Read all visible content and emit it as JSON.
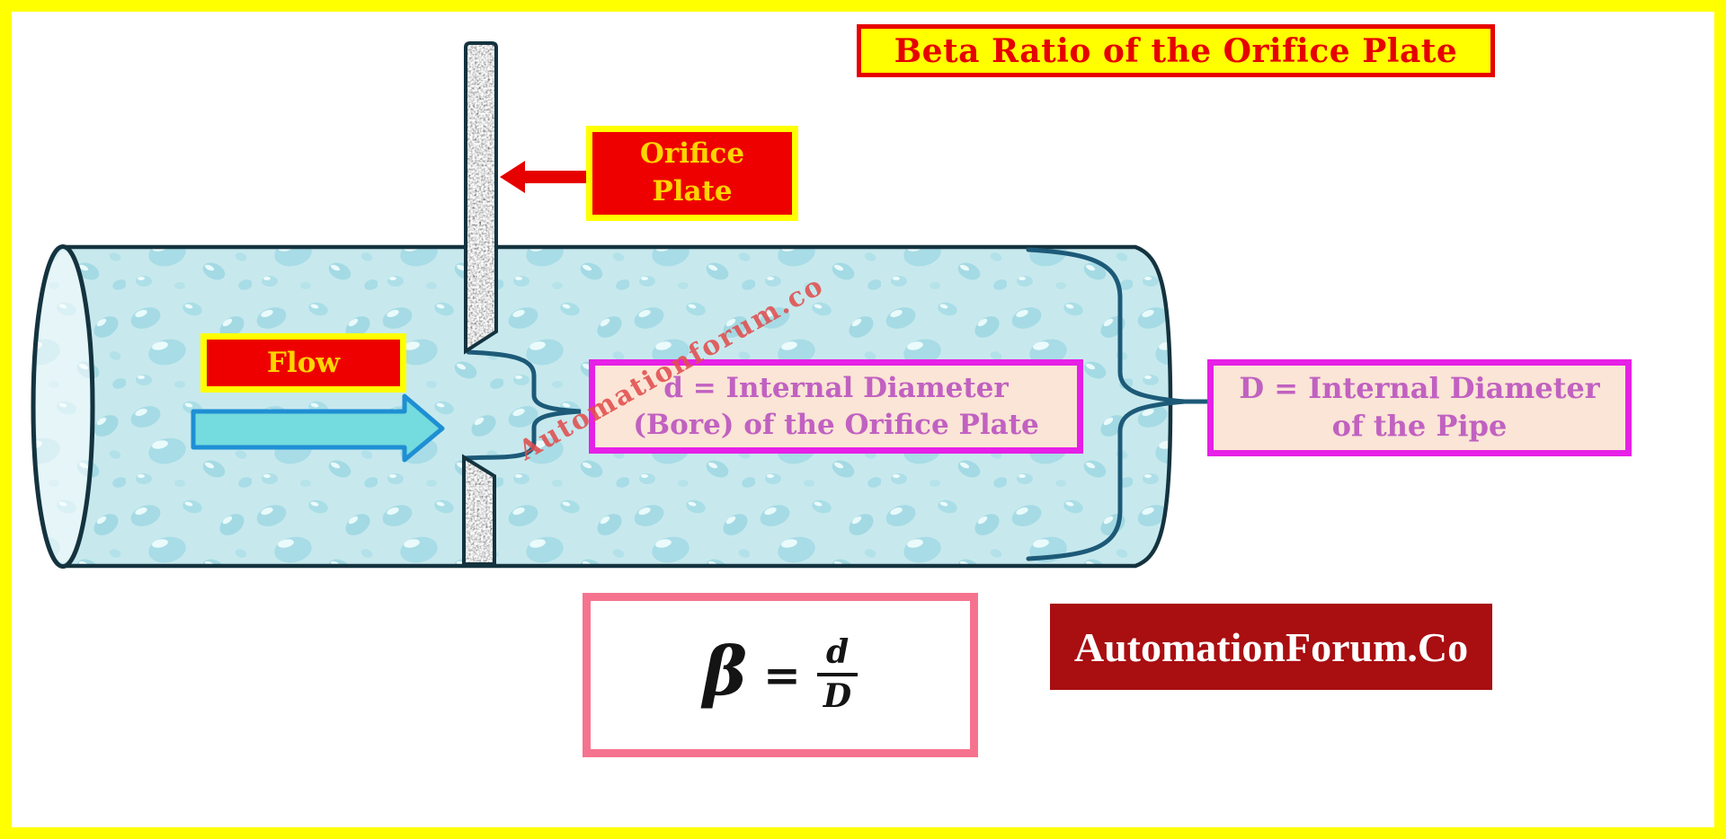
{
  "page": {
    "background": "#ffffff",
    "frame_color": "#ffff00"
  },
  "title": {
    "text": "Beta Ratio of the Orifice Plate",
    "text_color": "#e60000",
    "bg_color": "#ffff00",
    "border_color": "#e60000"
  },
  "orifice_plate_label": {
    "line1": "Orifice",
    "line2": "Plate",
    "text_color": "#ffd400",
    "bg_color": "#ee0000",
    "border_color": "#ffff00"
  },
  "flow_label": {
    "text": "Flow",
    "text_color": "#ffd400",
    "bg_color": "#ee0000",
    "border_color": "#ffff00"
  },
  "bore_label": {
    "line1": "d = Internal Diameter",
    "line2": "(Bore) of the Orifice Plate",
    "text_color": "#c161c1",
    "bg_color": "#fbe5d6",
    "border_color": "#e620e6"
  },
  "pipe_label": {
    "line1": "D = Internal Diameter",
    "line2": "of the Pipe",
    "text_color": "#c161c1",
    "bg_color": "#fbe5d6",
    "border_color": "#e620e6"
  },
  "formula": {
    "beta": "β",
    "equals": "=",
    "numerator": "d",
    "denominator": "D",
    "border_color": "#f6738f"
  },
  "logo": {
    "text": "AutomationForum.Co",
    "text_color": "#ffffff",
    "bg_color": "#a90e11"
  },
  "watermark": {
    "text": "Automationforum.co",
    "color": "#e04d4d"
  },
  "diagram": {
    "pipe_fill": "#c7e9ee",
    "pipe_outline": "#14333f",
    "plate_fill": "#c6c6c6",
    "brace_color": "#1d5a78",
    "flow_arrow_fill": "#74dbde",
    "flow_arrow_outline": "#1e8fd4",
    "pointer_arrow_color": "#e60000"
  }
}
